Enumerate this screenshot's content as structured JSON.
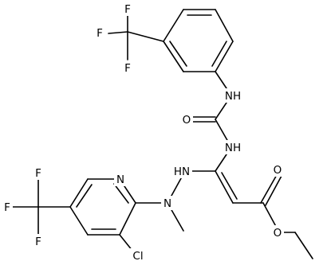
{
  "atoms": {
    "cf3_top": {
      "f1": "F",
      "f2": "F",
      "f3": "F"
    },
    "urea": {
      "nh_upper": "NH",
      "carbonyl_o": "O",
      "nh_lower": "NH"
    },
    "hydrazine": {
      "nh": "HN",
      "n": "N"
    },
    "ester": {
      "carbonyl_o": "O",
      "ether_o": "O"
    },
    "pyridine": {
      "n": "N",
      "cl": "Cl"
    },
    "cf3_left": {
      "f1": "F",
      "f2": "F",
      "f3": "F"
    }
  }
}
